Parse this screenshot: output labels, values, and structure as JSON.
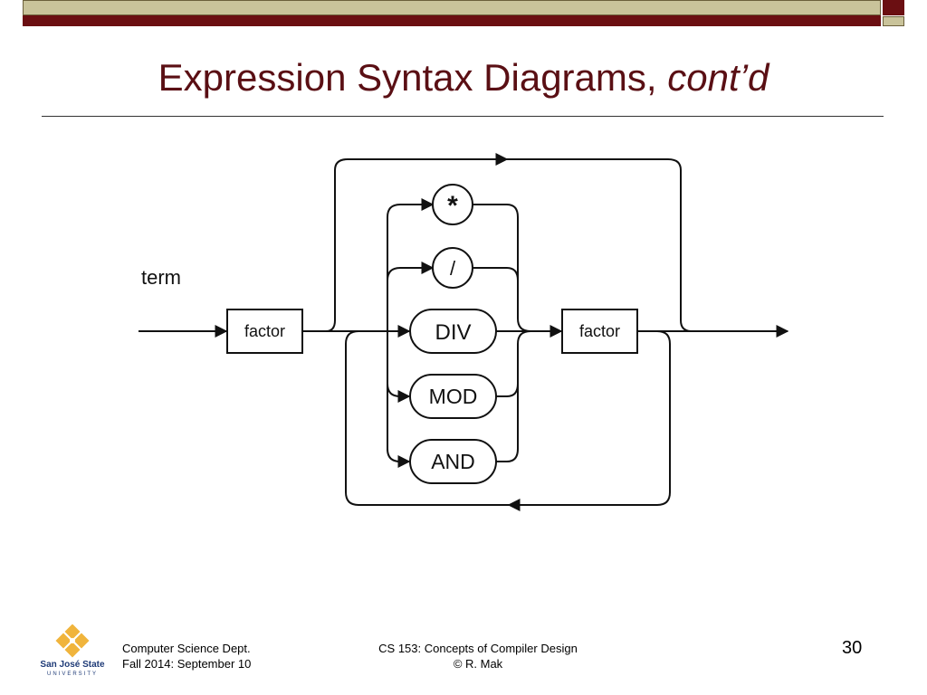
{
  "title": {
    "main": "Expression Syntax Diagrams, ",
    "italic": "cont’d"
  },
  "diagram": {
    "label": "term",
    "nodes": {
      "factor_left": "factor",
      "factor_right": "factor",
      "op_mult": "*",
      "op_div_slash": "/",
      "op_div": "DIV",
      "op_mod": "MOD",
      "op_and": "AND"
    }
  },
  "footer": {
    "dept": "Computer Science Dept.",
    "date": "Fall 2014: September 10",
    "course": "CS 153: Concepts of Compiler Design",
    "author": "© R. Mak",
    "page": "30"
  },
  "logo": {
    "name": "San José State",
    "sub": "UNIVERSITY"
  },
  "colors": {
    "title": "#5a0f14",
    "maroon": "#6b0f12",
    "tan": "#c9c39a",
    "logo_gold": "#f0b43c",
    "logo_blue": "#1f3b77"
  }
}
